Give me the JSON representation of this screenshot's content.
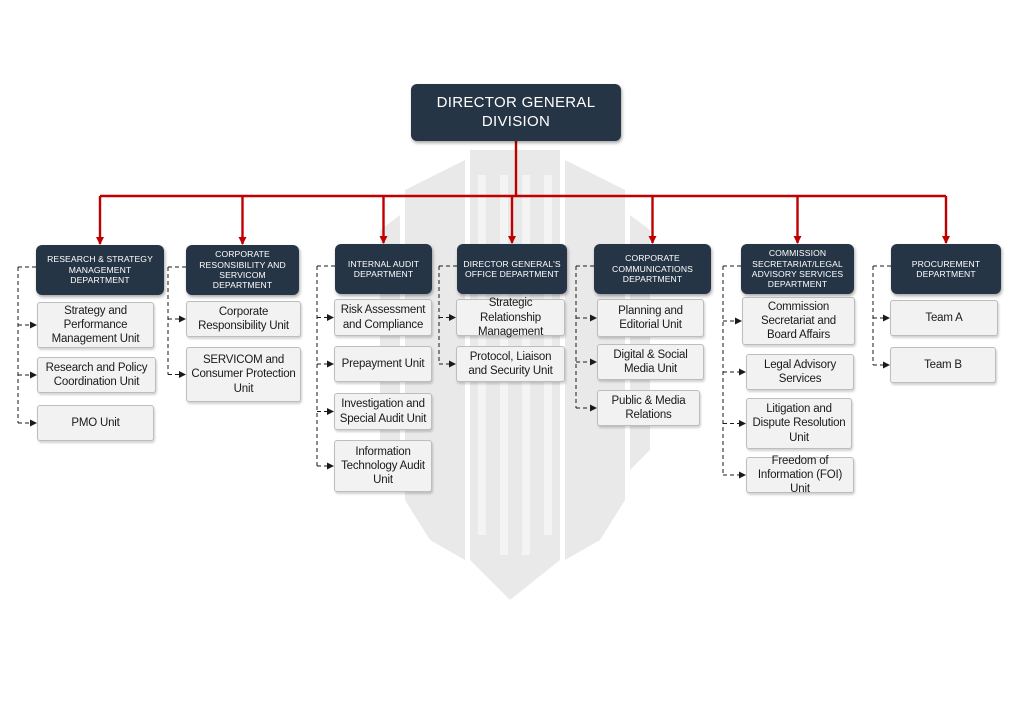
{
  "colors": {
    "header_fill": "#263546",
    "header_text": "#ffffff",
    "connector_red": "#c00000",
    "unit_fill": "#f2f2f2",
    "unit_border": "#bdbdbd",
    "watermark": "#e3e3e3"
  },
  "root": {
    "label": "DIRECTOR GENERAL DIVISION"
  },
  "departments": [
    {
      "label": "RESEARCH & STRATEGY MANAGEMENT DEPARTMENT",
      "units": [
        "Strategy and Performance Management Unit",
        "Research and Policy Coordination Unit",
        "PMO Unit"
      ]
    },
    {
      "label": "CORPORATE RESONSIBILITY AND SERVICOM DEPARTMENT",
      "units": [
        "Corporate Responsibility Unit",
        "SERVICOM and Consumer Protection Unit"
      ]
    },
    {
      "label": "INTERNAL AUDIT DEPARTMENT",
      "units": [
        "Risk Assessment and Compliance",
        "Prepayment Unit",
        "Investigation and Special Audit Unit",
        "Information Technology Audit Unit"
      ]
    },
    {
      "label": "DIRECTOR GENERAL'S OFFICE DEPARTMENT",
      "units": [
        "Strategic Relationship Management",
        "Protocol, Liaison and Security Unit"
      ]
    },
    {
      "label": "CORPORATE COMMUNICATIONS DEPARTMENT",
      "units": [
        "Planning and Editorial Unit",
        "Digital & Social Media Unit",
        "Public & Media Relations"
      ]
    },
    {
      "label": "COMMISSION SECRETARIAT/LEGAL ADVISORY SERVICES DEPARTMENT",
      "units": [
        "Commission Secretariat and Board Affairs",
        "Legal Advisory Services",
        "Litigation and Dispute Resolution Unit",
        "Freedom of Information (FOI) Unit"
      ]
    },
    {
      "label": "PROCUREMENT DEPARTMENT",
      "units": [
        "Team A",
        "Team B"
      ]
    }
  ]
}
